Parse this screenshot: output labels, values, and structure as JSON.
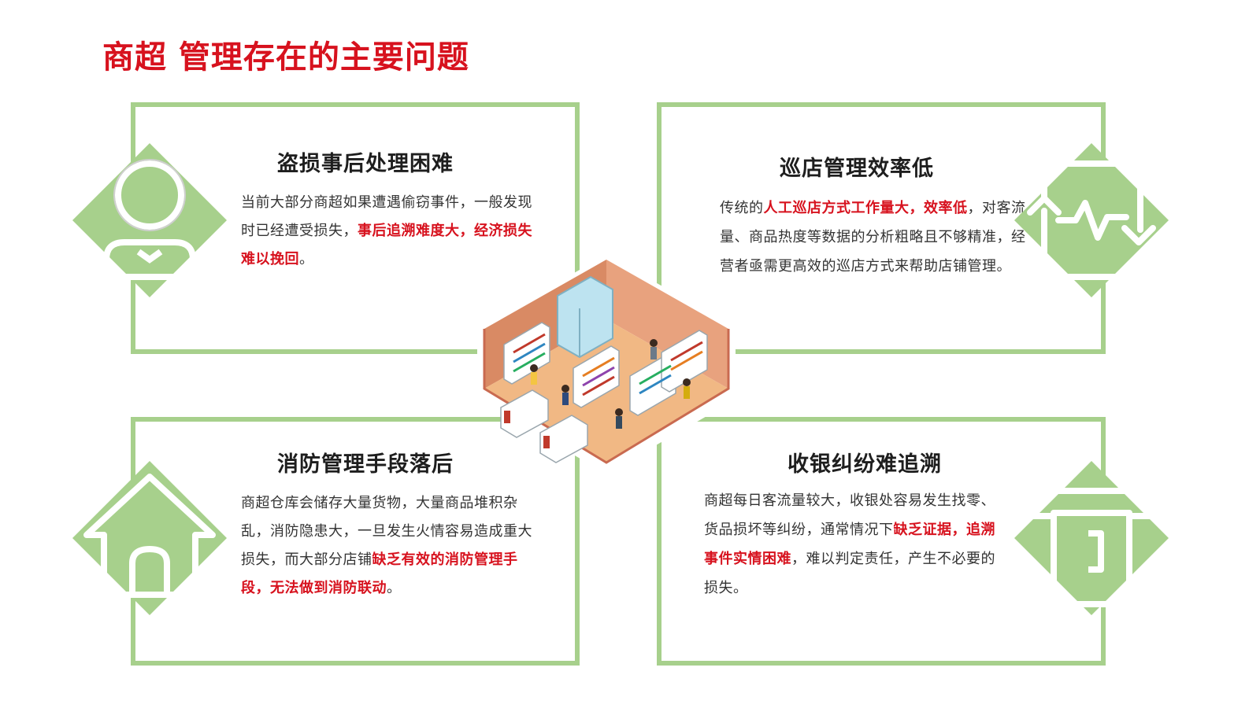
{
  "page": {
    "title": "商超 管理存在的主要问题"
  },
  "cards": [
    {
      "title": "盗损事后处理困难",
      "icon": "user-icon",
      "body_normal_1": "当前大部分商超如果遭遇偷窃事件，一般发现时已经遭受损失，",
      "body_highlight_1": "事后追溯难度大，经济损失难以挽回",
      "body_normal_2": "。"
    },
    {
      "title": "巡店管理效率低",
      "icon": "refresh-pulse-icon",
      "body_normal_1": "传统的",
      "body_highlight_1": "人工巡店方式工作量大，效率低",
      "body_normal_2": "，对客流量、商品热度等数据的分析粗略且不够精准，经营者亟需更高效的巡店方式来帮助店铺管理。"
    },
    {
      "title": "消防管理手段落后",
      "icon": "house-icon",
      "body_normal_1": "商超仓库会储存大量货物，大量商品堆积杂乱，消防隐患大，一旦发生火情容易造成重大损失，而大部分店铺",
      "body_highlight_1": "缺乏有效的消防管理手段，无法做到消防联动",
      "body_normal_2": "。"
    },
    {
      "title": "收银纠纷难追溯",
      "icon": "receipt-printer-icon",
      "body_normal_1": "商超每日客流量较大，收银处容易发生找零、货品损坏等纠纷，通常情况下",
      "body_highlight_1": "缺乏证据，追溯事件实情困难",
      "body_normal_2": "，难以判定责任，产生不必要的损失。"
    }
  ],
  "colors": {
    "accent": "#d7121e",
    "frame": "#a7d08c",
    "badge": "#a7d08c"
  },
  "illustration": {
    "icon": "isometric-store-icon"
  }
}
